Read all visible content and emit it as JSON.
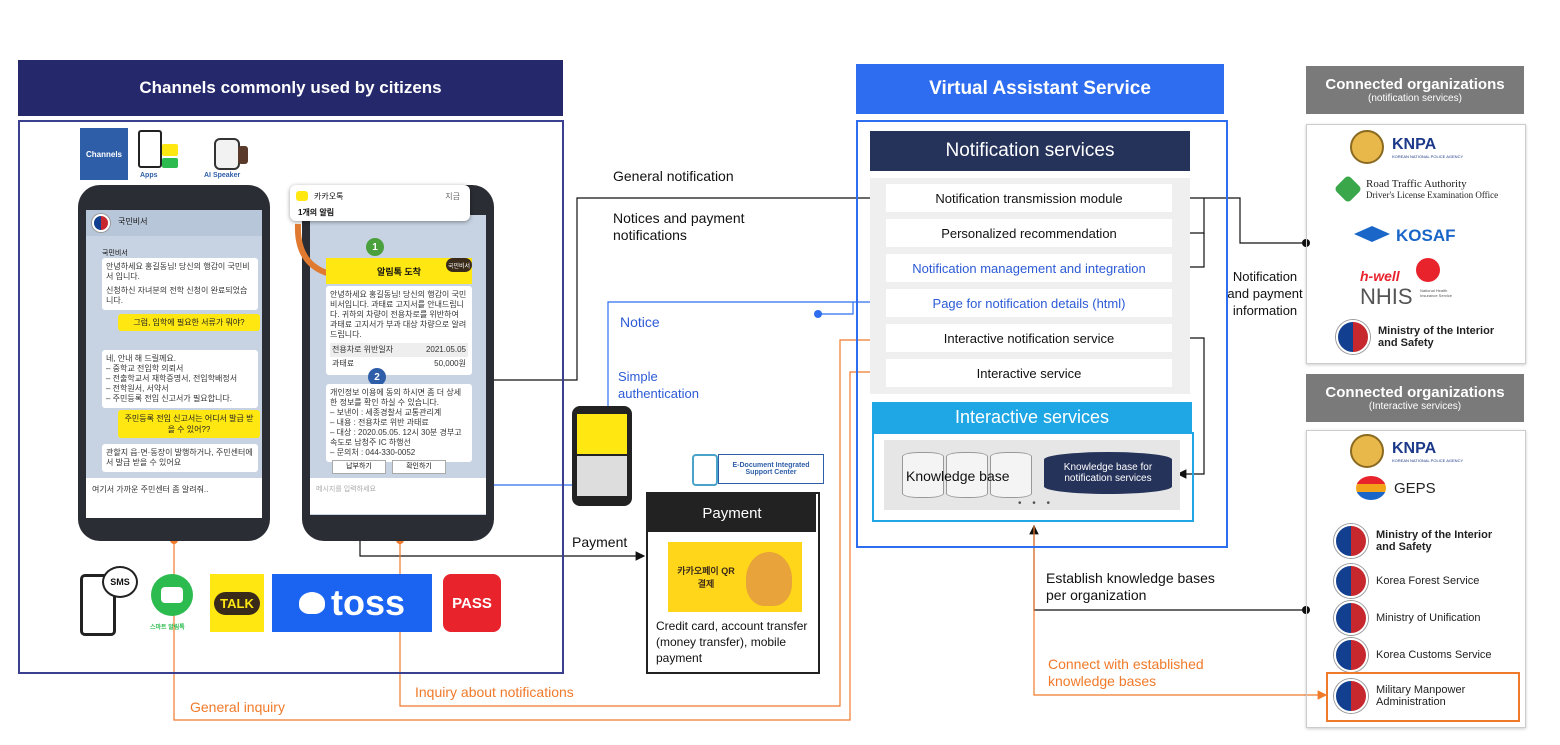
{
  "channels": {
    "title": "Channels commonly used by citizens",
    "channels_tag": "Channels",
    "apps_caption": "Apps",
    "speaker_caption": "AI Speaker",
    "phone1": {
      "app_name": "국민비서",
      "chat_name": "국민비서",
      "msg1": "안녕하세요 홍길동님! 당신의 행감이 국민비서 입니다.",
      "msg1b": "신청하신 자녀분의 전학 신청이 완료되었습니다.",
      "q1": "그럼, 입학에 필요한 서류가 뭐야?",
      "msg2": "네, 안내 해 드릴께요.",
      "list": [
        "– 중학교 전입학 의뢰서",
        "– 전출학교서 재학증명서, 전입학배정서",
        "– 전학원서, 서약서",
        "– 주민등록 전입 신고서가 필요합니다."
      ],
      "q2": "주민등록 전입 신고서는 어디서 발급 받을 수 있어??",
      "msg3": "관할지 읍·면·동장이 발행하거나, 주민센터에서 발급 받을 수 있어요",
      "input": "여기서 가까운 주민센터 좀 알려줘.."
    },
    "phone2": {
      "kakao_header": "카카오톡",
      "kakao_time": "지금",
      "kakao_sub": "1개의 알림",
      "badge1": "1",
      "badge2": "2",
      "banner": "알림톡 도착",
      "banner_tag": "국민비서",
      "notice_text": "안녕하세요 홍길동님! 당신의 행감이 국민비서입니다. 과태료 고지서를 안내드립니다. 귀하의 차량이 전용차로를 위반하여 과태료 고지서가 부과 대상 차량으로 알려드립니다.",
      "row1_label": "전용차로 위반일자",
      "row1_value": "2021.05.05",
      "row2_label": "과태료",
      "row2_value": "50,000원",
      "detail": "개인정보 이용에 동의 하시면 좀 더 상세한 정보를 확인 하실 수 있습니다.",
      "detail_list": [
        "– 보낸이 : 세종경찰서 교통관리계",
        "– 내용 : 전용차로 위반 과태료",
        "– 대상 : 2020.05.05. 12시 30분 경부고속도로 남청주 IC 하행선",
        "– 문의처 : 044-330-0052"
      ],
      "btn1": "납부하기",
      "btn2": "확인하기",
      "input": "메시지를 입력하세요"
    },
    "bottom_apps": {
      "sms": "SMS",
      "talk": "TALK",
      "toss": "toss",
      "pass": "PASS",
      "kakao_caption": "스마트 알림톡"
    }
  },
  "flows": {
    "general_notification": "General notification",
    "notices_payment": "Notices and payment notifications",
    "notice": "Notice",
    "simple_auth": "Simple authentication",
    "payment": "Payment",
    "general_inquiry": "General inquiry",
    "inquiry_notifications": "Inquiry about notifications",
    "notification_payment_info": "Notification and payment information",
    "establish_kb": "Establish knowledge bases per organization",
    "connect_kb": "Connect with established knowledge bases"
  },
  "edoc": {
    "label": "E-Document Integrated Support Center"
  },
  "payment": {
    "title": "Payment",
    "qr_label": "카카오페이 QR결제",
    "desc": "Credit card, account transfer (money transfer), mobile payment"
  },
  "vas": {
    "title": "Virtual Assistant Service",
    "notif_header": "Notification services",
    "rows": [
      "Notification transmission module",
      "Personalized recommendation",
      "Notification management and integration",
      "Page for notification details (html)",
      "Interactive notification service",
      "Interactive service"
    ],
    "interactive_header": "Interactive services",
    "kb": "Knowledge base",
    "kb_notif": "Knowledge base for notification services",
    "dots": "• • •"
  },
  "orgs_notif": {
    "title": "Connected organizations",
    "subtitle": "(notification services)",
    "knpa": "KNPA",
    "knpa_sub": "KOREAN NATIONAL POLICE AGENCY",
    "rta": "Road Traffic Authority",
    "rta_sub": "Driver's License Examination Office",
    "kosaf": "KOSAF",
    "nhis_top": "h-well",
    "nhis": "NHIS",
    "nhis_sub": "National Health Insurance Service",
    "mois": "Ministry of the Interior and Safety"
  },
  "orgs_inter": {
    "title": "Connected organizations",
    "subtitle": "(Interactive services)",
    "knpa": "KNPA",
    "knpa_sub": "KOREAN NATIONAL POLICE AGENCY",
    "geps": "GEPS",
    "mois": "Ministry of the Interior and Safety",
    "forest": "Korea Forest Service",
    "unification": "Ministry of Unification",
    "customs": "Korea Customs Service",
    "mma": "Military Manpower Administration"
  },
  "colors": {
    "navy": "#25296b",
    "blue": "#2f6df0",
    "cyan": "#1ea7e4",
    "gray_header": "#7a7a7a",
    "orange": "#f07a2a"
  }
}
